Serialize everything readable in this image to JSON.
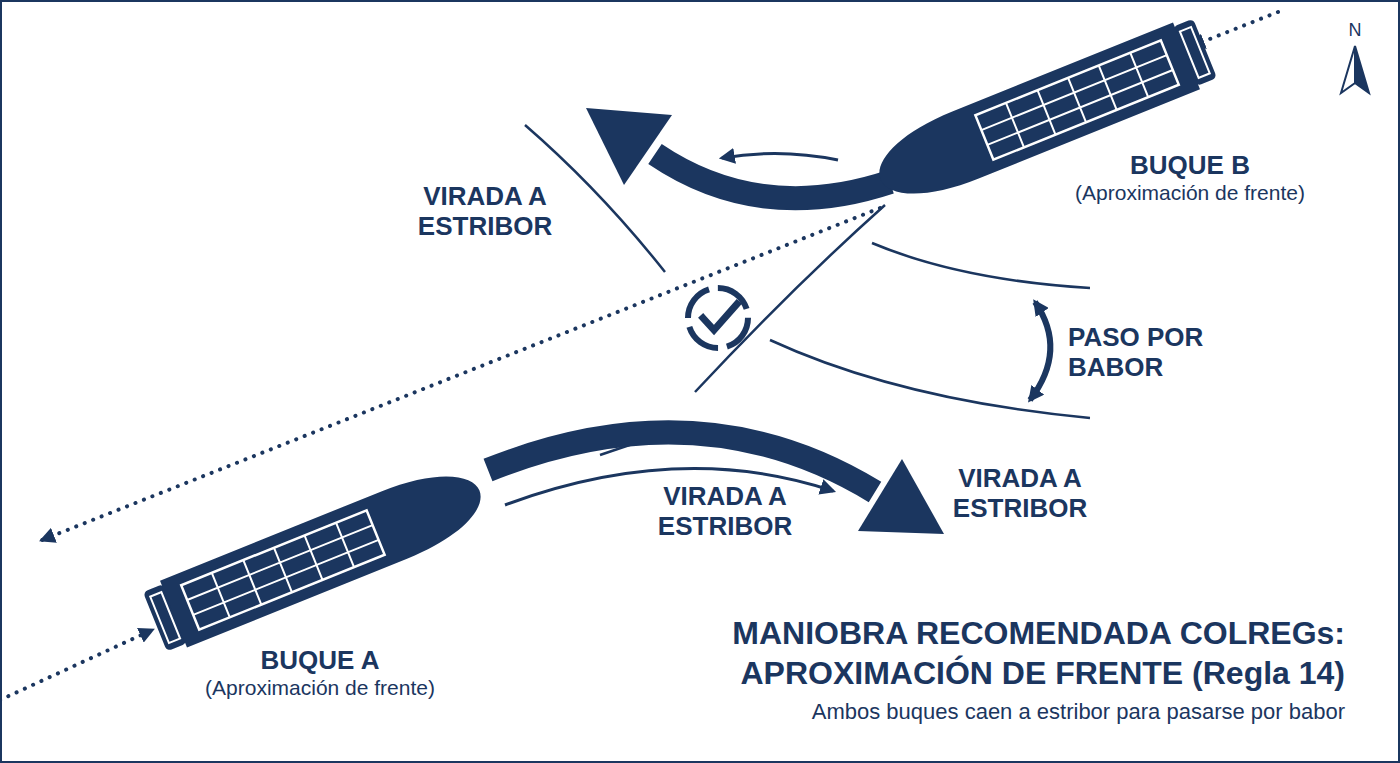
{
  "diagram": {
    "title": "MANIOBRA RECOMENDADA COLREGs: APROXIMACIÓN DE FRENTE (Regla 14)",
    "caption": "Ambos buques caen a estribor para pasarse por babor",
    "nodes": [
      {
        "text": [
          "BUQUE B",
          "(Aproximación de frente)"
        ]
      },
      {
        "text": [
          "BUQUE A",
          "(Aproximación de frente)"
        ]
      }
    ],
    "labels": [
      "N",
      "VIRADA A ESTRIBOR",
      "PASO POR BABOR",
      "VIRADA A ESTRIBOR",
      "VIRADA A ESTRIBOR"
    ]
  }
}
